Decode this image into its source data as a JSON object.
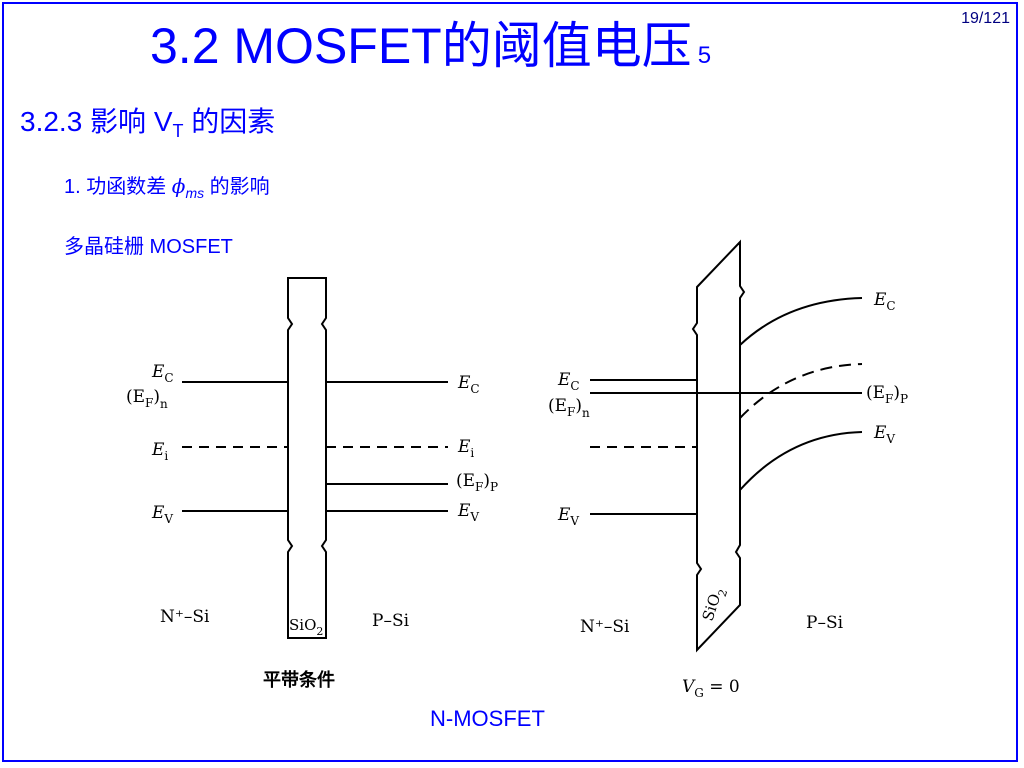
{
  "page_number": "19/121",
  "title": {
    "main": "3.2  MOSFET的阈值电压",
    "suffix": "5"
  },
  "section": {
    "pre": "3.2.3  影响 V",
    "sub": "T",
    "post": " 的因素"
  },
  "item1": {
    "pre": "1. 功函数差 ",
    "phi": "ϕ",
    "ms": "ms",
    "post": " 的影响"
  },
  "item2": "多晶硅栅 MOSFET",
  "left_diagram": {
    "ec_left": "E",
    "ec_left_sub": "C",
    "ef_left": "(E",
    "ef_left_sub": "F",
    "ef_left_close": ")",
    "ef_left_n": "n",
    "ei_left": "E",
    "ei_left_sub": "i",
    "ev_left": "E",
    "ev_left_sub": "V",
    "ec_right": "E",
    "ec_right_sub": "C",
    "ei_right": "E",
    "ei_right_sub": "i",
    "ef_right": "(E",
    "ef_right_sub": "F",
    "ef_right_close": ")",
    "ef_right_p": "P",
    "ev_right": "E",
    "ev_right_sub": "V",
    "n_si": "N⁺–Si",
    "sio2": "SiO",
    "sio2_sub": "2",
    "p_si": "P–Si",
    "caption": "平带条件"
  },
  "right_diagram": {
    "ec_left": "E",
    "ec_left_sub": "C",
    "ef_left": "(E",
    "ef_left_sub": "F",
    "ef_left_close": ")",
    "ef_left_n": "n",
    "ev_left": "E",
    "ev_left_sub": "V",
    "ec_right": "E",
    "ec_right_sub": "C",
    "ef_right": "(E",
    "ef_right_sub": "F",
    "ef_right_close": ")",
    "ef_right_p": "P",
    "ev_right": "E",
    "ev_right_sub": "V",
    "n_si": "N⁺–Si",
    "sio2": "SiO",
    "sio2_sub": "2",
    "p_si": "P–Si",
    "vg": "V",
    "vg_sub": "G",
    "vg_eq": " = 0"
  },
  "bottom_caption": "N-MOSFET"
}
